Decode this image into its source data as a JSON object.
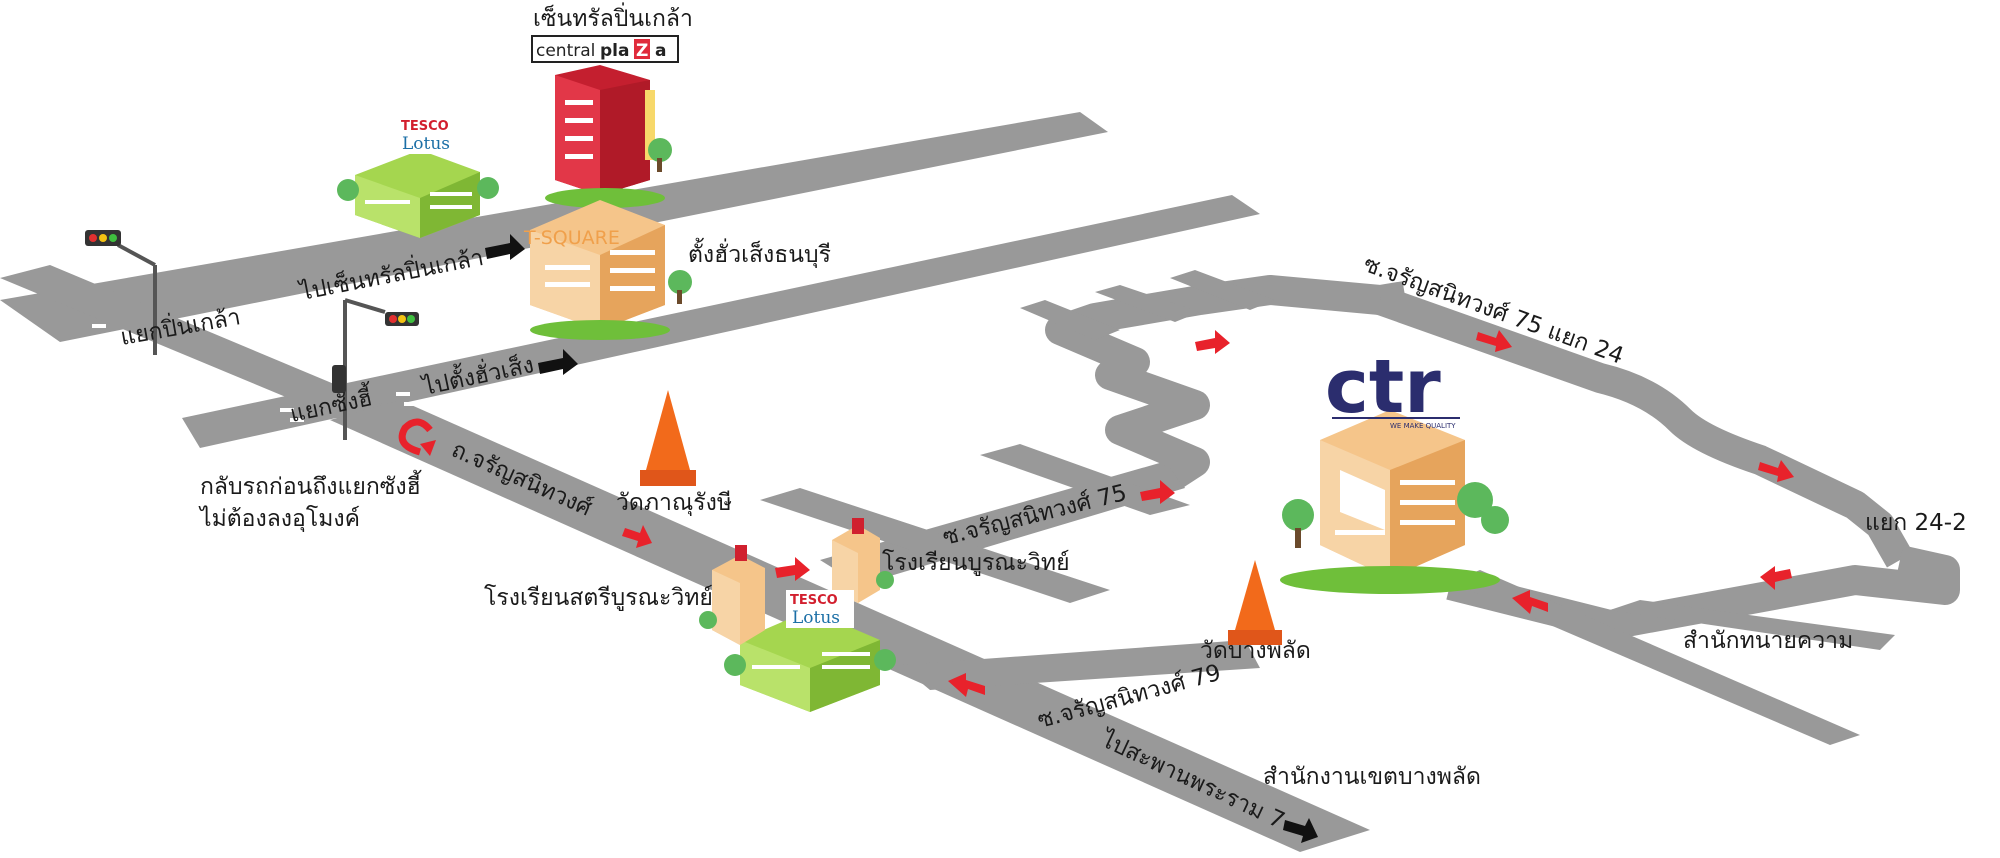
{
  "labels": {
    "central_thai": "เซ็นทรัลปิ่นเกล้า",
    "central_brand_a": "central",
    "central_brand_b": "pla",
    "central_brand_c": "Z",
    "central_brand_d": "a",
    "to_central": "ไปเซ็นทรัลปิ่นเกล้า",
    "tesco_top": "TESCO",
    "lotus": "Lotus",
    "t_square": "T-SQUARE",
    "tang_hua_seng": "ตั้งฮั่วเส็งธนบุรี",
    "pinklao_junction": "แยกปิ่นเกล้า",
    "to_tang_hua_seng": "ไปตั้งฮั่วเส็ง",
    "sanghi_junction": "แยกซังฮี้",
    "u_turn_line1": "กลับรถก่อนถึงแยกซังฮี้",
    "u_turn_line2": "ไม่ต้องลงอุโมงค์",
    "charan_road": "ถ.จรัญสนิทวงศ์",
    "wat_phanurangsi": "วัดภาณุรังษี",
    "soi75": "ซ.จรัญสนิทวงศ์ 75",
    "soi75_24": "ซ.จรัญสนิทวงศ์ 75 แยก 24",
    "school_satri": "โรงเรียนสตรีบูรณะวิทย์",
    "school_burana": "โรงเรียนบูรณะวิทย์",
    "ctr_logo": "ctr",
    "ctr_tagline": "WE MAKE QUALITY",
    "yaek_24_2": "แยก 24-2",
    "wat_bangphlat": "วัดบางพลัด",
    "lawyer_office": "สำนักทนายความ",
    "soi79": "ซ.จรัญสนิทวงศ์ 79",
    "to_rama7": "ไปสะพานพระราม 7",
    "district_office": "สำนักงานเขตบางพลัด"
  },
  "colors": {
    "road": "#999999",
    "arrow_red": "#e8222b",
    "arrow_black": "#111111",
    "tesco_green": "#8cc63f",
    "central_red": "#e02b3b",
    "tsquare_orange": "#f0a04b",
    "pagoda_orange": "#f26a1b",
    "ctr_navy": "#2b2d6e"
  }
}
